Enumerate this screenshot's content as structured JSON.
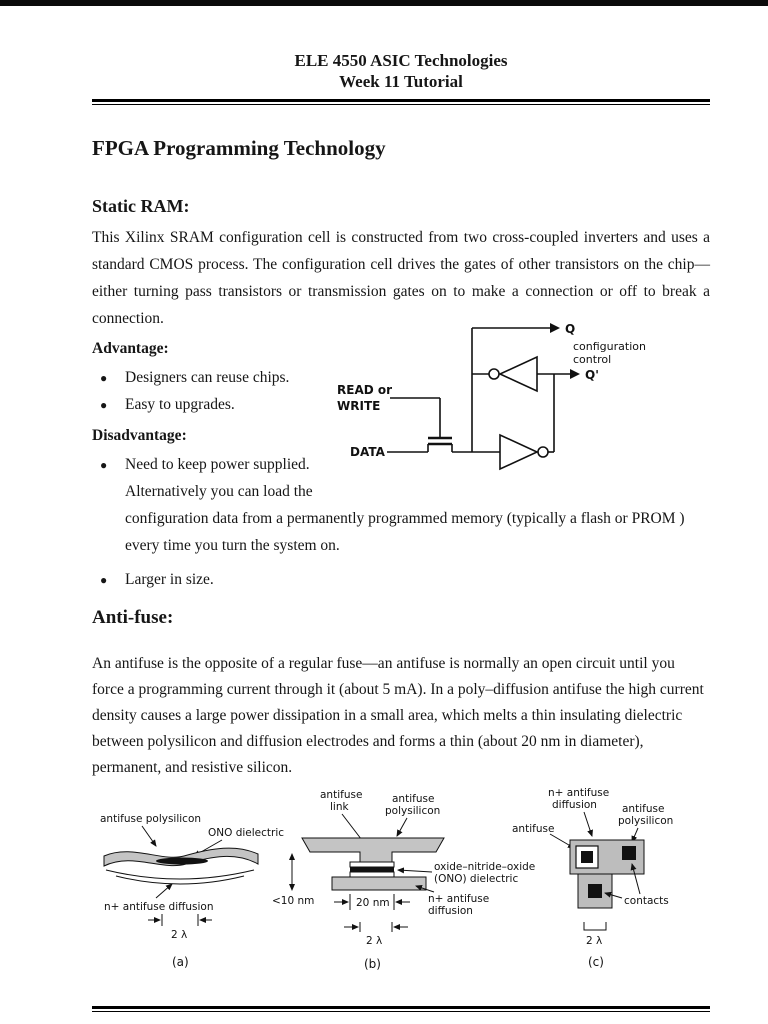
{
  "page": {
    "header_line1": "ELE 4550 ASIC Technologies",
    "header_line2": "Week 11 Tutorial",
    "title": "FPGA Programming Technology"
  },
  "static_ram": {
    "heading": "Static RAM:",
    "intro": "This Xilinx SRAM configuration cell is constructed from two cross-coupled inverters and uses a standard CMOS process. The configuration cell drives the gates of other transistors on the chip—either turning pass transistors or transmission gates on to make a connection or off to break a connection.",
    "advantage_heading": "Advantage:",
    "advantages": [
      "Designers can reuse chips.",
      "Easy to upgrades."
    ],
    "disadvantage_heading": "Disadvantage:",
    "disadvantage_lines": [
      "Need to keep power supplied.",
      "Alternatively you can load the",
      "configuration data from a permanently programmed memory (typically a flash or PROM )",
      "every time you turn the system on."
    ],
    "disadvantage2": "Larger in size."
  },
  "circuit": {
    "read_or": "READ or",
    "write": "WRITE",
    "data": "DATA",
    "q": "Q",
    "q_bar": "Q'",
    "config_line1": "configuration",
    "config_line2": "control"
  },
  "antifuse": {
    "heading": "Anti-fuse:",
    "intro": "An antifuse is the opposite of a regular fuse—an antifuse is normally an open circuit until you force a programming current through it (about 5 mA). In a poly–diffusion antifuse the high current density causes a large power dissipation in a small area, which melts a thin insulating dielectric between polysilicon and diffusion electrodes and forms a thin (about 20 nm in diameter), permanent, and resistive silicon.",
    "fig_a": {
      "polysilicon": "antifuse polysilicon",
      "ono": "ONO dielectric",
      "diffusion": "n+ antifuse diffusion",
      "dim": "2 λ",
      "caption": "(a)"
    },
    "fig_b": {
      "link_1": "antifuse",
      "link_2": "link",
      "poly_1": "antifuse",
      "poly_2": "polysilicon",
      "ono_1": "oxide–nitride–oxide",
      "ono_2": "(ONO) dielectric",
      "dim_v": "<10 nm",
      "dim_h": "20 nm",
      "diff_1": "n+ antifuse",
      "diff_2": "diffusion",
      "dim": "2 λ",
      "caption": "(b)"
    },
    "fig_c": {
      "diff_1": "n+ antifuse",
      "diff_2": "diffusion",
      "antifuse": "antifuse",
      "poly_1": "antifuse",
      "poly_2": "polysilicon",
      "contacts": "contacts",
      "dim": "2 λ",
      "caption": "(c)"
    }
  },
  "colors": {
    "ink": "#161616",
    "poly_gray": "#c4c4c4",
    "page_bg": "#ffffff"
  }
}
